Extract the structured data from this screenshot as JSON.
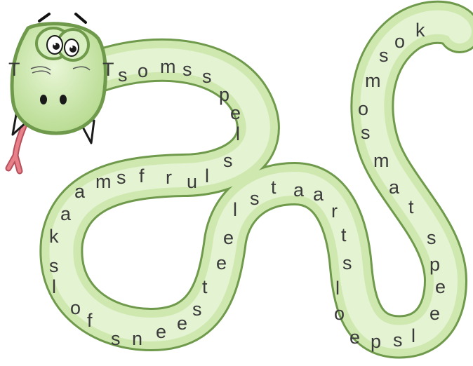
{
  "colors": {
    "body_fill": "#cfe8b0",
    "body_inner": "#e4f3d2",
    "outline": "#6f9a4c",
    "letter": "#3a3a3a",
    "tongue": "#e8808a",
    "eye_white": "#ffffff",
    "pupil": "#1a1a1a",
    "fang": "#ffffff"
  },
  "icons": {
    "head": "snake-head-icon",
    "tongue": "forked-tongue-icon"
  },
  "letters": [
    "T",
    "T",
    "s",
    "o",
    "m",
    "s",
    "s",
    "p",
    "e",
    "l",
    "s",
    "l",
    "u",
    "r",
    "f",
    "s",
    "m",
    "a",
    "a",
    "k",
    "s",
    "l",
    "o",
    "f",
    "s",
    "n",
    "e",
    "e",
    "s",
    "t",
    "e",
    "e",
    "l",
    "s",
    "t",
    "a",
    "a",
    "r",
    "t",
    "s",
    "l",
    "o",
    "e",
    "p",
    "s",
    "l",
    "e",
    "e",
    "p",
    "s",
    "t",
    "a",
    "m",
    "s",
    "o",
    "m",
    "s",
    "o",
    "k"
  ]
}
